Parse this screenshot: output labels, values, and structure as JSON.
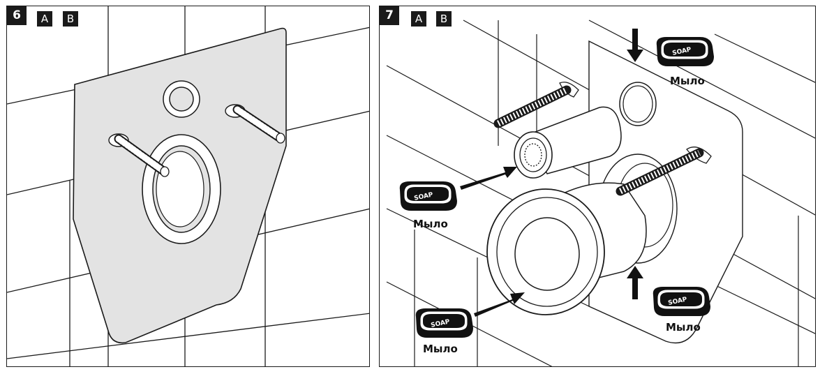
{
  "panels": [
    {
      "step": "6",
      "badges": [
        "A",
        "B"
      ]
    },
    {
      "step": "7",
      "badges": [
        "A",
        "B"
      ]
    }
  ],
  "soap_word": "SOAP",
  "soap_label": "Мыло"
}
